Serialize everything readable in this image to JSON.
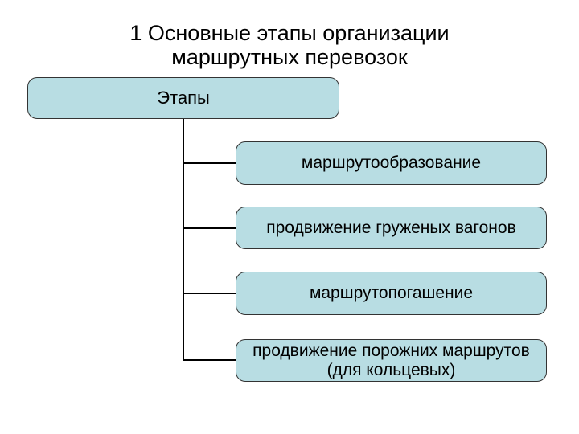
{
  "title": {
    "line1": "1 Основные этапы организации",
    "line2": "маршрутных перевозок"
  },
  "diagram": {
    "root": {
      "label": "Этапы"
    },
    "stages": [
      {
        "label": "маршрутообразование"
      },
      {
        "label": "продвижение груженых вагонов"
      },
      {
        "label": "маршрутопогашение"
      },
      {
        "label": "продвижение порожних маршрутов",
        "label2": "(для кольцевых)"
      }
    ]
  },
  "colors": {
    "box_fill": "#b8dde3",
    "box_border": "#333333",
    "connector": "#000000",
    "text": "#000000",
    "background": "#ffffff"
  }
}
